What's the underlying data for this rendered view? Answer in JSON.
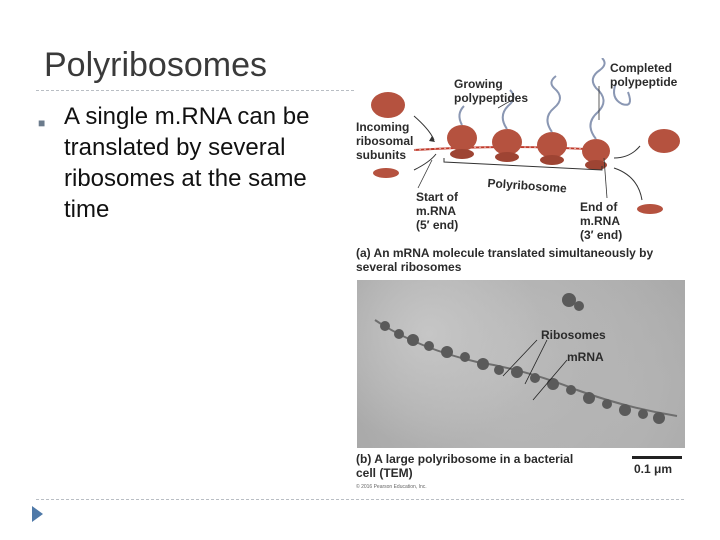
{
  "slide": {
    "title": "Polyribosomes",
    "bullets": [
      "A single m.RNA can be translated by several ribosomes at the same time"
    ]
  },
  "figure": {
    "labels": {
      "growing": "Growing\npolypeptides",
      "completed": "Completed\npolypeptide",
      "incoming": "Incoming\nribosomal\nsubunits",
      "polyribosome": "Polyribosome",
      "start": "Start of\nm.RNA\n(5′ end)",
      "end": "End of\nm.RNA\n(3′ end)"
    },
    "caption_a": "(a) An mRNA molecule translated simultaneously by\n     several ribosomes",
    "tem": {
      "ribosomes_label": "Ribosomes",
      "mrna_label": "mRNA"
    },
    "caption_b": "(b) A large polyribosome in a bacterial\n     cell (TEM)",
    "scale_bar": "0.1 μm",
    "copyright": "© 2016 Pearson Education, Inc."
  },
  "colors": {
    "ribosome": "#b5523f",
    "mrna": "#c0392b",
    "polypeptide": "#8a97b3",
    "bullet": "#6b7b8c",
    "nav_arrow": "#4f79a8"
  }
}
